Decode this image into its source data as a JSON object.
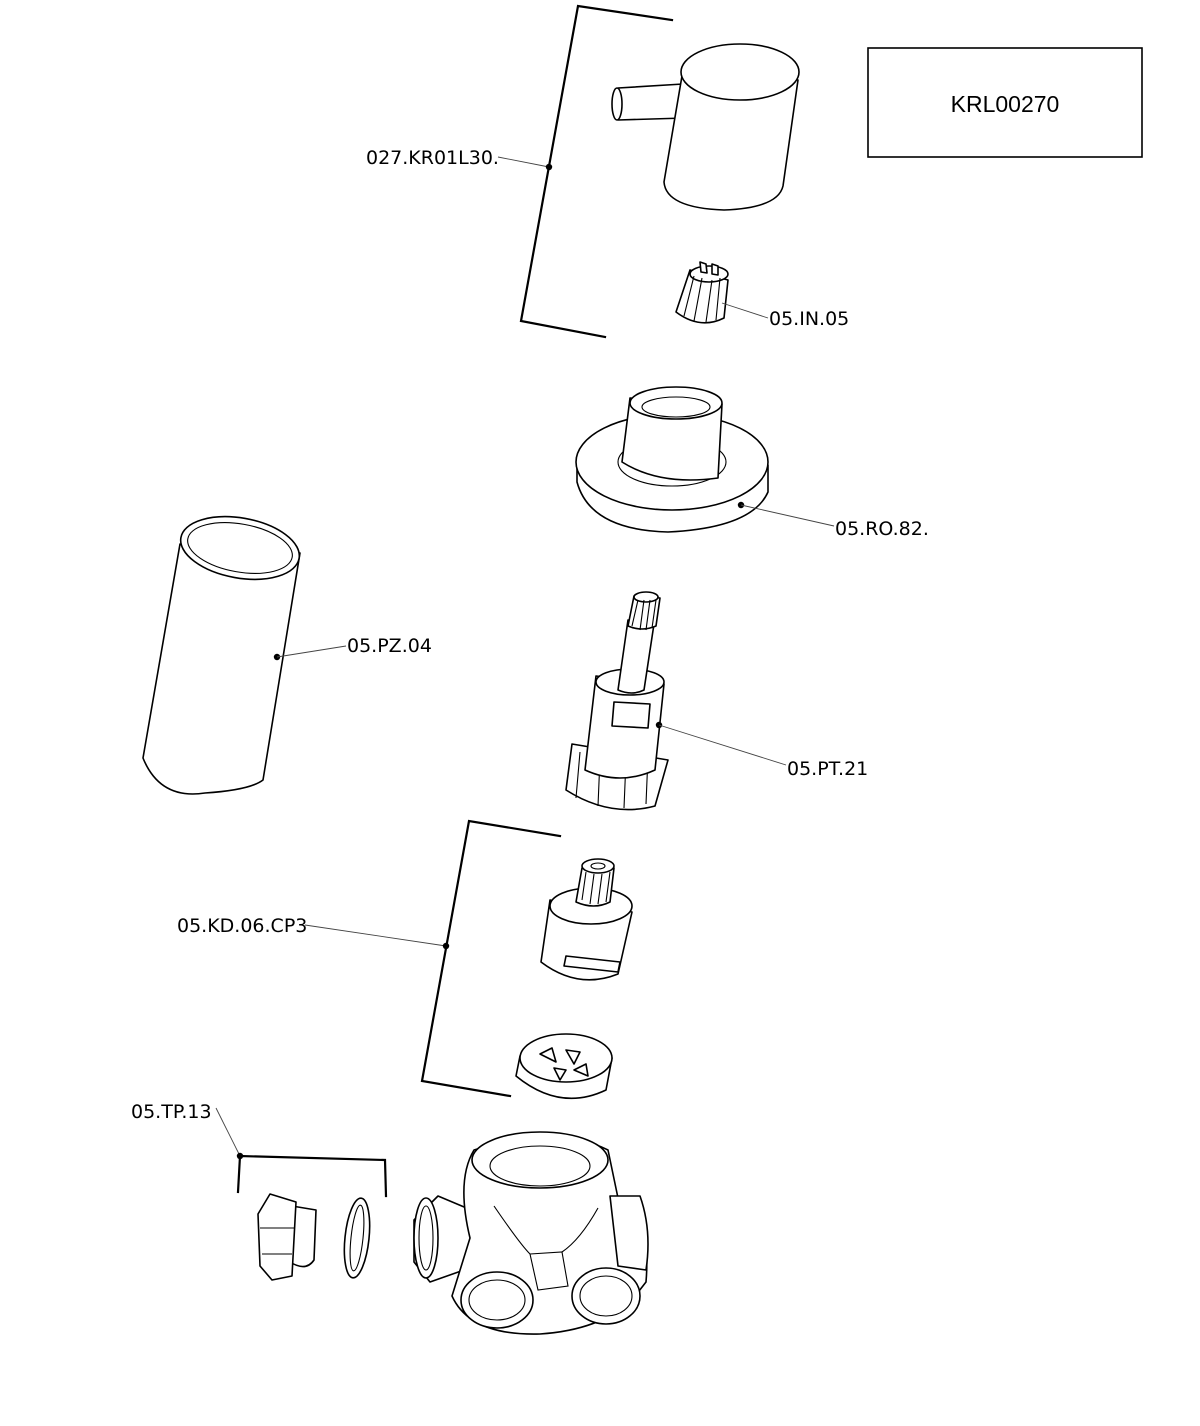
{
  "drawing_code": "KRL00270",
  "parts": {
    "handle_set": "027.KR01L30.",
    "insert": "05.IN.05",
    "rosette": "05.RO.82.",
    "sleeve": "05.PZ.04",
    "stop_valve": "05.PT.21",
    "cartridge_set": "05.KD.06.CP3",
    "plug_set": "05.TP.13"
  }
}
